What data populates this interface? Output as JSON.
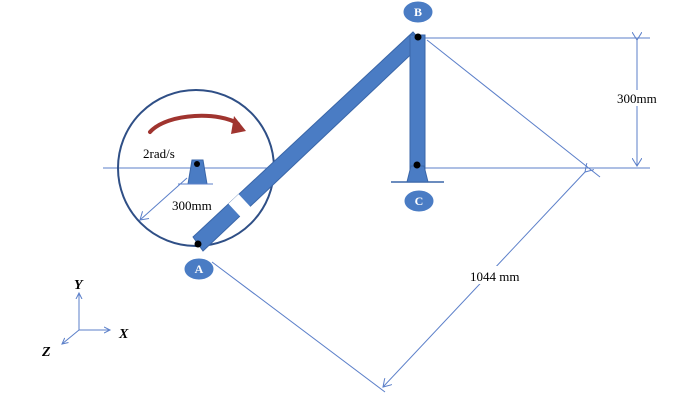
{
  "labels": {
    "joint_a": "A",
    "joint_b": "B",
    "joint_c": "C",
    "angular_velocity": "2rad/s",
    "crank_radius": "300mm",
    "vertical_dim": "300mm",
    "diagonal_dim": "1044 mm"
  },
  "axes": {
    "x": "X",
    "y": "Y",
    "z": "Z"
  },
  "colors": {
    "link_fill": "#4a7cc4",
    "link_stroke": "#3a66a8",
    "circle_stroke": "#2f4f86",
    "dimension_line": "#5b7fc9",
    "rotation_arrow": "#a0342f",
    "pin": "#000000",
    "joint_badge": "#4a7cc4"
  },
  "icons": {
    "rotation": "curved-arrow-icon",
    "support": "pivot-support-icon"
  }
}
